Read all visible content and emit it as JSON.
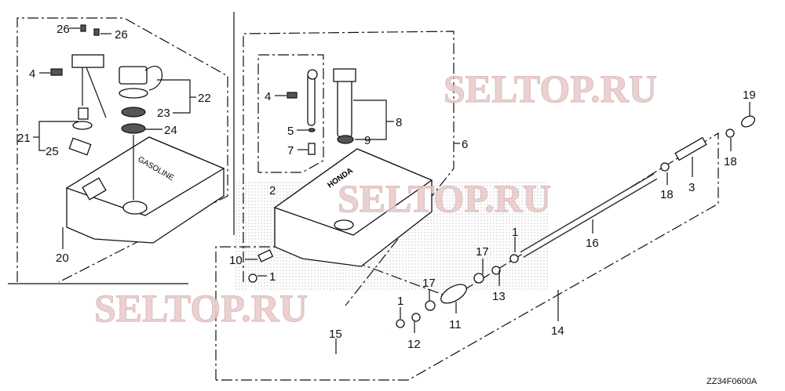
{
  "diagram": {
    "callouts": [
      "26",
      "26",
      "4",
      "22",
      "23",
      "24",
      "21",
      "25",
      "20",
      "2",
      "4",
      "5",
      "7",
      "8",
      "9",
      "6",
      "19",
      "18",
      "3",
      "18",
      "16",
      "1",
      "17",
      "13",
      "17",
      "11",
      "1",
      "12",
      "14",
      "15",
      "10",
      "1"
    ],
    "tank_labels": {
      "left_tank": "GASOLINE",
      "right_tank": "HONDA"
    },
    "watermark": "SELTOP.RU",
    "drawing_code": "ZZ34F0600A"
  }
}
